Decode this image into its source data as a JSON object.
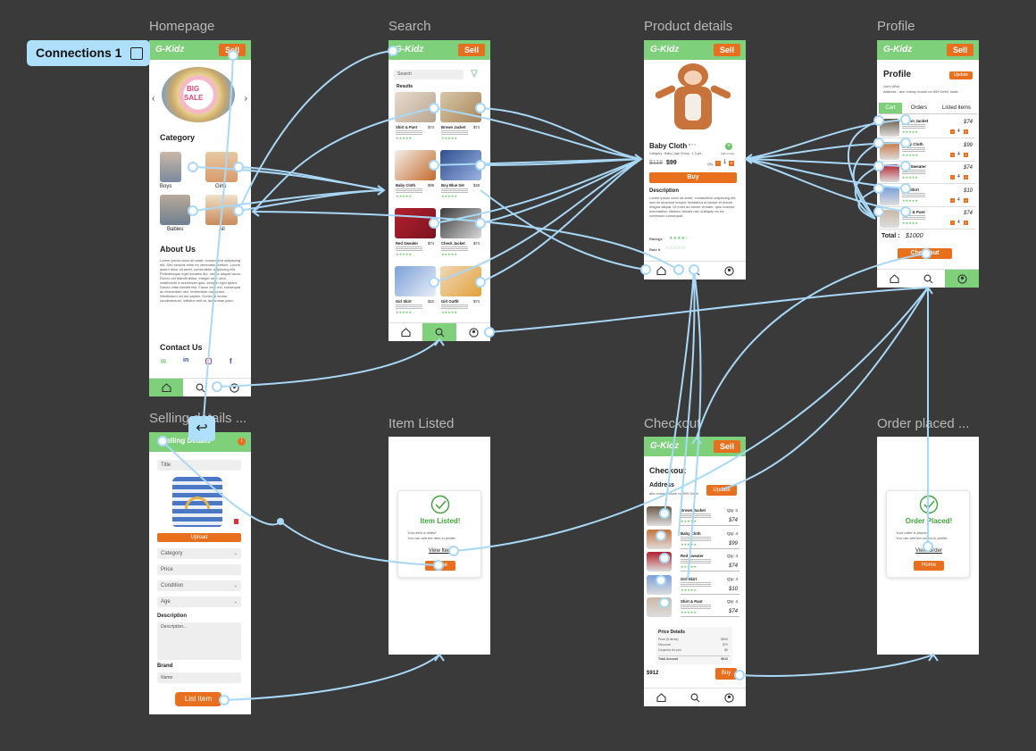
{
  "toolbar": {
    "connections_label": "Connections 1"
  },
  "frames": {
    "homepage": "Homepage",
    "search": "Search",
    "product": "Product details",
    "profile": "Profile",
    "selling": "Selling details ...",
    "item_listed": "Item Listed",
    "checkout": "Checkout",
    "order_placed": "Order placed ..."
  },
  "app": {
    "logo": "G-Kidz",
    "sell": "Sell"
  },
  "homepage": {
    "banner_line1": "BIG",
    "banner_line2": "SALE",
    "category_title": "Category",
    "categories": [
      "Boys",
      "Girls",
      "Babies",
      "All"
    ],
    "about_title": "About Us",
    "about_text": "Lorem ipsum dolor sit amet, consectetur adipiscing elit. Sed lobortis enim eu venenatis pretium. Lorem ipsum dolor sit amet, consectetur adipiscing elit. Pellentesque eget sodales dui, nec, a aliquet lacus. Donec vel blandit tellus. Integer sem urna, vestibulum a accumsan quis, semper eget quam. Donec vitae blandit nisl. Fusce eros est, consequat ac fermentum nec, fermentum non purus. Vestibulum vel dui sapien. Donec at lectus condimentum, efficitur velit at, accumsan justo.",
    "contact_title": "Contact Us"
  },
  "search": {
    "placeholder": "Search",
    "results_label": "Results",
    "products": [
      {
        "name": "Shirt & Pant",
        "price": "$74"
      },
      {
        "name": "Brown Jacket",
        "price": "$74"
      },
      {
        "name": "Baby Cloth",
        "price": "$99"
      },
      {
        "name": "Boy Blue Set",
        "price": "$28"
      },
      {
        "name": "Red Sweater",
        "price": "$74"
      },
      {
        "name": "Check Jacket",
        "price": "$74"
      },
      {
        "name": "Girl Skirt",
        "price": "$10"
      },
      {
        "name": "Girl Outfit",
        "price": "$74"
      }
    ]
  },
  "product": {
    "name": "Baby Cloth",
    "sub": "Category : Baby | Age Group : 1-3 yrs",
    "old_price": "$118",
    "price": "$99",
    "qty_label": "Qty",
    "qty": "1",
    "buy": "Buy",
    "add_to_cart": "Add to Cart",
    "desc_title": "Description",
    "desc_text": "Lorem ipsum dolor sit amet, consectetur adipiscing elit, sed do eiusmod tempor incididunt ut labore et dolore magna aliqua. Ut enim ad minim veniam, quis nostrud exercitation ullamco laboris nisi ut aliquip ex ea commodo consequat.",
    "ratings_label": "Ratings",
    "rate_label": "Rate it"
  },
  "profile": {
    "title": "Profile",
    "update": "Update",
    "user_name": "John Wick",
    "address": "Address : abc colony house no 999 Delhi, India",
    "tabs": [
      "Cart",
      "Orders",
      "Listed items"
    ],
    "items": [
      {
        "name": "Brown Jacket",
        "price": "$74"
      },
      {
        "name": "Baby Cloth",
        "price": "$99"
      },
      {
        "name": "Red Sweater",
        "price": "$74"
      },
      {
        "name": "Girl Skirt",
        "price": "$10"
      },
      {
        "name": "Shirt & Pant",
        "price": "$74"
      }
    ],
    "qty": "4",
    "total_label": "Total :",
    "total": "$1000",
    "checkout": "Checkout"
  },
  "selling": {
    "title": "Selling Details",
    "title_placeholder": "Title",
    "upload": "Upload",
    "category": "Category",
    "price": "Price",
    "condition": "Condition",
    "age": "Age",
    "desc_label": "Description",
    "desc_placeholder": "Description...",
    "brand_label": "Brand",
    "brand_placeholder": "Name",
    "list_item": "List Item"
  },
  "item_listed": {
    "heading": "Item Listed!",
    "msg1": "Your item is listed!",
    "msg2": "You can see the item in profile.",
    "view": "View Item",
    "home": "Home"
  },
  "checkout": {
    "title": "Checkout",
    "address_title": "Address",
    "address_text": "abc colony house no 999 Delhi",
    "update": "Update",
    "items": [
      {
        "name": "Brown Jacket",
        "qty": "Qty: 4",
        "price": "$74"
      },
      {
        "name": "Baby Cloth",
        "qty": "Qty: 4",
        "price": "$99"
      },
      {
        "name": "Red Sweater",
        "qty": "Qty: 4",
        "price": "$74"
      },
      {
        "name": "Girl Skirt",
        "qty": "Qty: 4",
        "price": "$10"
      },
      {
        "name": "Shirt & Pant",
        "qty": "Qty: 4",
        "price": "$74"
      }
    ],
    "price_details": "Price Details",
    "price_rows": [
      {
        "label": "Price (5 items)",
        "value": "$900"
      },
      {
        "label": "Discount",
        "value": "$70"
      },
      {
        "label": "Coupons for you",
        "value": "$0"
      }
    ],
    "total_amount_label": "Total Amount",
    "total_amount": "$912",
    "bottom_total": "$912",
    "buy": "Buy"
  },
  "order_placed": {
    "heading": "Order Placed!",
    "msg1": "Your order is placed!",
    "msg2": "You can see the orders in profile.",
    "view": "View Order",
    "home": "Home"
  },
  "colors": {
    "canvas": "#3a3a3a",
    "appbar": "#7ed07a",
    "accent": "#e86f1e",
    "connector": "#a9d8f7",
    "success": "#3fa33a"
  }
}
